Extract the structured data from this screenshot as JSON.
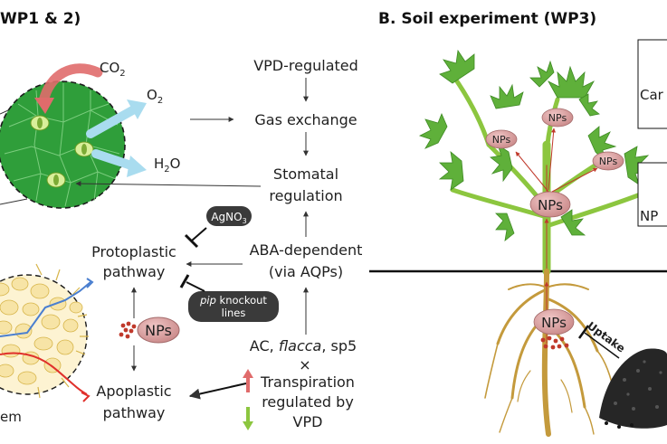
{
  "headers": {
    "left": "WP1 & 2)",
    "right": "B. Soil experiment (WP3)"
  },
  "leaf": {
    "co2": "CO",
    "co2_sub": "2",
    "o2": "O",
    "o2_sub": "2",
    "h2o_a": "H",
    "h2o_sub": "2",
    "h2o_b": "O",
    "stem_fragment": "em"
  },
  "flow": {
    "vpd_regulated": "VPD-regulated",
    "gas_exchange": "Gas exchange",
    "stomatal_1": "Stomatal",
    "stomatal_2": "regulation",
    "aba_1": "ABA-dependent",
    "aba_2": "(via AQPs)",
    "protoplastic_1": "Protoplastic",
    "protoplastic_2": "pathway",
    "apoplastic_1": "Apoplastic",
    "apoplastic_2": "pathway",
    "nps": "NPs",
    "mutants_a": "AC, ",
    "mutants_b": "flacca",
    "mutants_c": ", sp5",
    "cross": "×",
    "transp_1": "Transpiration",
    "transp_2": "regulated by",
    "transp_3": "VPD"
  },
  "badges": {
    "agno3_main": "AgNO",
    "agno3_sub": "3",
    "pip_1a": "pip",
    "pip_1b": " knockout",
    "pip_2": "lines"
  },
  "plant": {
    "nps_top": "NPs",
    "nps_left": "NPs",
    "nps_right": "NPs",
    "nps_stem": "NPs",
    "nps_root": "NPs",
    "uptake": "Uptake"
  },
  "boxes": {
    "box1": "Car",
    "box2": "NP"
  },
  "colors": {
    "leaf_green": "#2f9e3a",
    "np_fill": "#d9a0a0",
    "badge": "#3a3a3a",
    "red_arrow": "#e06b6b",
    "blue_arrow": "#a9dcef",
    "stem_green": "#8cc63f",
    "root": "#c49a3c"
  }
}
